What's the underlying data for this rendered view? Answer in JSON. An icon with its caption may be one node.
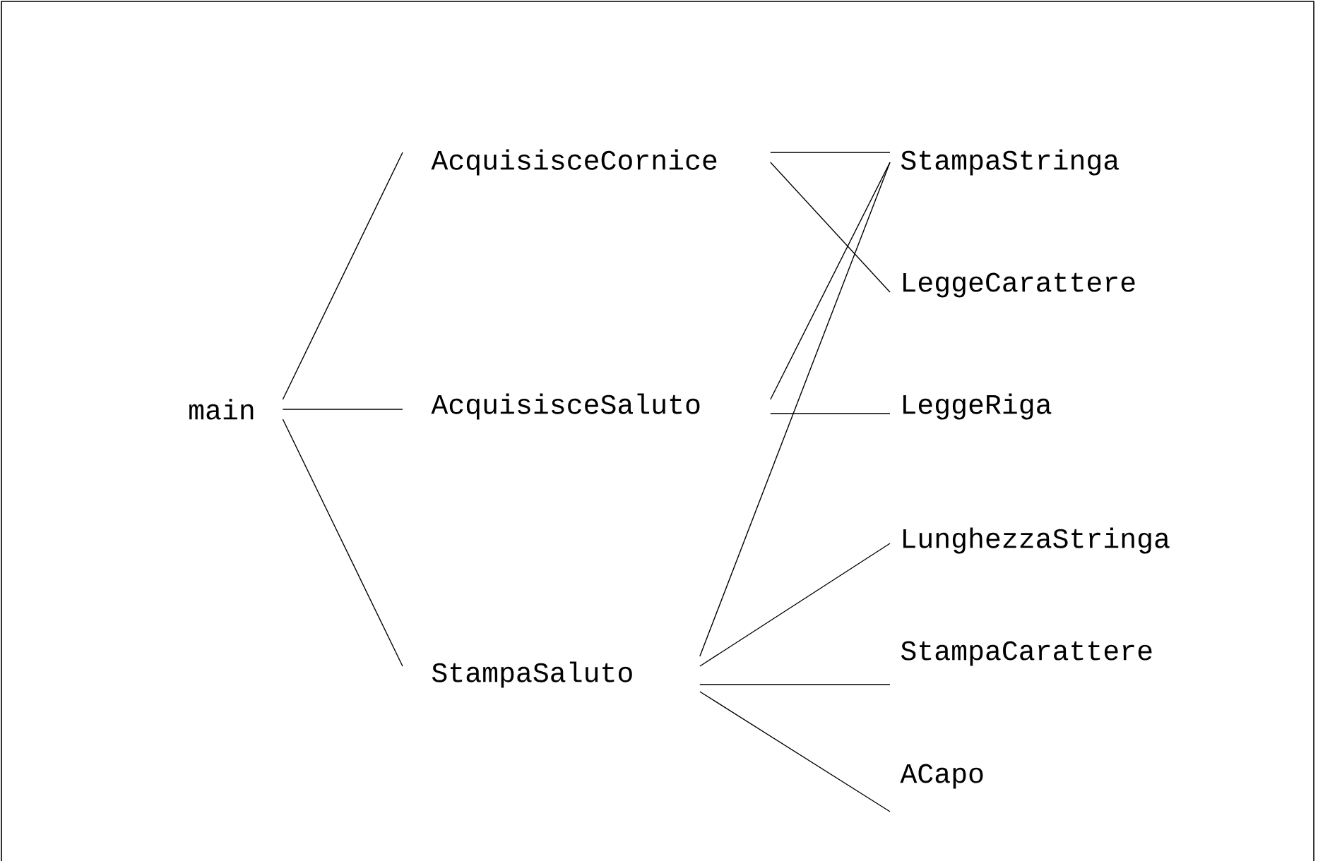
{
  "diagram": {
    "nodes": [
      {
        "text": [
          "main"
        ]
      },
      {
        "text": [
          "AcquisisceCornice"
        ]
      },
      {
        "text": [
          "AcquisisceSaluto"
        ]
      },
      {
        "text": [
          "StampaSaluto"
        ]
      },
      {
        "text": [
          "StampaStringa"
        ]
      },
      {
        "text": [
          "LeggeCarattere"
        ]
      },
      {
        "text": [
          "LeggeRiga"
        ]
      },
      {
        "text": [
          "LunghezzaStringa"
        ]
      },
      {
        "text": [
          "StampaCarattere"
        ]
      },
      {
        "text": [
          "ACapo"
        ]
      }
    ],
    "edges": [
      {
        "from": 0,
        "to": 1,
        "arrow": "none"
      },
      {
        "from": 0,
        "to": 2,
        "arrow": "none"
      },
      {
        "from": 0,
        "to": 3,
        "arrow": "none"
      },
      {
        "from": 1,
        "to": 4,
        "arrow": "none"
      },
      {
        "from": 1,
        "to": 5,
        "arrow": "none"
      },
      {
        "from": 2,
        "to": 4,
        "arrow": "none"
      },
      {
        "from": 2,
        "to": 6,
        "arrow": "none"
      },
      {
        "from": 3,
        "to": 4,
        "arrow": "none"
      },
      {
        "from": 3,
        "to": 7,
        "arrow": "none"
      },
      {
        "from": 3,
        "to": 8,
        "arrow": "none"
      },
      {
        "from": 3,
        "to": 9,
        "arrow": "none"
      }
    ]
  }
}
